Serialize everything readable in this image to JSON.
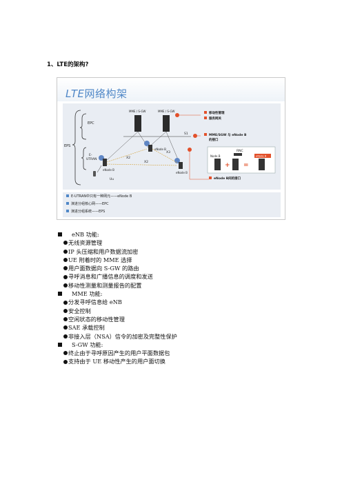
{
  "doc": {
    "heading": "1、LTE的架构?"
  },
  "figure": {
    "title_prefix": "LTE",
    "title_suffix": "网络构架",
    "labels": {
      "mme_sgw_1": "MME / S-GW",
      "mme_sgw_2": "MME / S-GW",
      "epc": "EPC",
      "eps": "EPS",
      "eutran_1": "E-",
      "eutran_2": "UTRAN",
      "s1": "S1",
      "x2_left": "X2",
      "x2_right": "X3",
      "x2_bottom": "X2",
      "uu": "Uu",
      "enb_top": "eNode B",
      "enb_left": "eNode B",
      "enb_right": "eNode B",
      "rnc": "RNC",
      "node_b": "Node B",
      "enode_b_box": "eNode B"
    },
    "callouts": {
      "mobility": "移动性管理",
      "service_gw": "服务网关",
      "interface_1": "MME/SGW 与 eNode B",
      "interface_2": "的接口",
      "enb_interface": "eNode B间的接口"
    },
    "legend": [
      "E-UTRAN中只有一种网元——eNode B",
      "演进分组核心网——EPC",
      "演进分组系统——EPS"
    ],
    "colors": {
      "title": "#4f87c7",
      "marker": "#e2502a",
      "connector": "#e2502a"
    }
  },
  "sections": [
    {
      "title": "eNB 功能:",
      "items": [
        "无线资源管理",
        "IP 头压缩和用户数据流加密",
        "UE 附着时的 MME 选择",
        "用户面数据向 S-GW 的路由",
        "寻呼消息和广播信息的调度和发送",
        "移动性测量和测量报告的配置"
      ]
    },
    {
      "title": "MME  功能:",
      "items": [
        "分发寻呼信息给 eNB",
        "安全控制",
        "空闲状态的移动性管理",
        "SAE  承载控制",
        "非接入层（NSA）信令的加密及完整性保护"
      ]
    },
    {
      "title": "S-GW  功能:",
      "items": [
        "终止由于寻呼原因产生的用户平面数据包",
        "支持由于 UE 移动性产生的用户面切换"
      ]
    }
  ]
}
